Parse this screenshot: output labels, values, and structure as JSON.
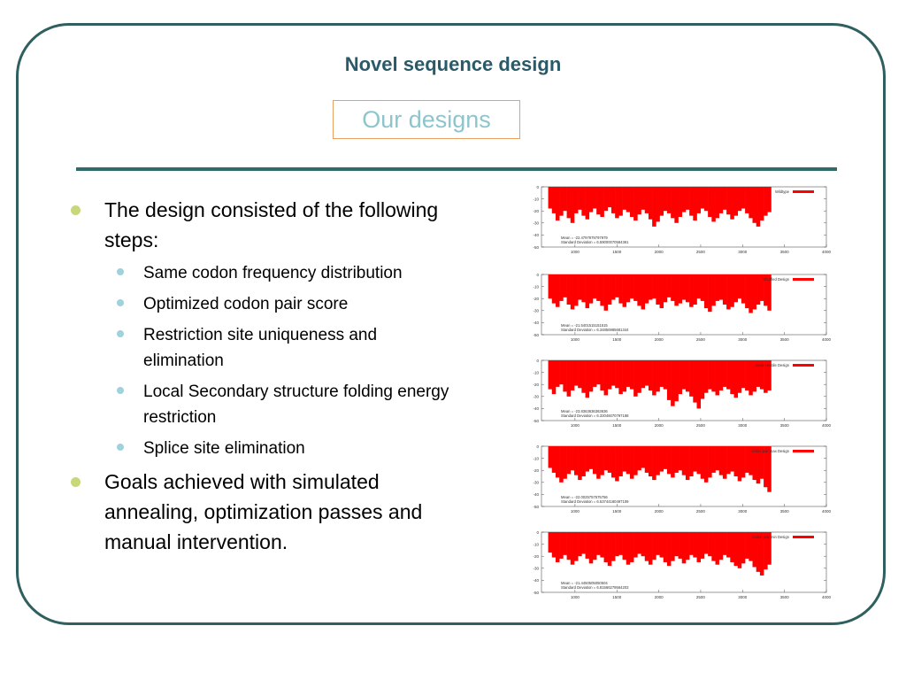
{
  "slide": {
    "title": "Novel sequence design",
    "designs_label": "Our designs",
    "bullets": [
      {
        "text": "The design consisted of the following steps:",
        "sub": [
          "Same codon frequency distribution",
          "Optimized codon pair score",
          "Restriction site uniqueness and elimination",
          "Local Secondary structure folding energy restriction",
          "Splice site elimination"
        ]
      },
      {
        "text": "Goals achieved with simulated annealing, optimization passes and manual intervention.",
        "sub": []
      }
    ]
  },
  "colors": {
    "frame": "#2f5f5f",
    "title": "#2a5a6a",
    "accent_bar": "#ff0000",
    "bullet_l1": "#c8d77a",
    "bullet_l2": "#9fd2dc"
  },
  "chart_data": [
    {
      "type": "bar",
      "legend": "Wildtype",
      "mean_label": "Mean = -22.4797979797979",
      "sd_label": "Standard Deviation = 6.59000070584361",
      "xlim": [
        600,
        4000
      ],
      "ylim": [
        -50,
        0
      ],
      "xticks": [
        "1000",
        "1500",
        "2000",
        "2500",
        "3000",
        "3500",
        "4000"
      ],
      "yticks": [
        "0",
        "-10",
        "-20",
        "-30",
        "-40",
        "-50"
      ],
      "x_start": 680,
      "x_end": 3340,
      "values": [
        -18,
        -22,
        -28,
        -24,
        -20,
        -26,
        -30,
        -22,
        -19,
        -24,
        -27,
        -21,
        -18,
        -23,
        -25,
        -20,
        -17,
        -22,
        -26,
        -24,
        -19,
        -21,
        -25,
        -28,
        -23,
        -19,
        -22,
        -27,
        -33,
        -29,
        -24,
        -20,
        -22,
        -26,
        -30,
        -25,
        -21,
        -19,
        -24,
        -28,
        -22,
        -18,
        -20,
        -25,
        -29,
        -26,
        -22,
        -19,
        -23,
        -27,
        -24,
        -20,
        -18,
        -22,
        -26,
        -30,
        -33,
        -28,
        -24,
        -21
      ]
    },
    {
      "type": "bar",
      "legend": "Shuffled Design",
      "mean_label": "Mean = -21.5401515151515",
      "sd_label": "Standard Deviation = 6.34856985681344",
      "xlim": [
        600,
        4000
      ],
      "ylim": [
        -50,
        0
      ],
      "xticks": [
        "1000",
        "1500",
        "2000",
        "2500",
        "3000",
        "3500",
        "4000"
      ],
      "yticks": [
        "0",
        "-10",
        "-20",
        "-30",
        "-40",
        "-50"
      ],
      "x_start": 680,
      "x_end": 3340,
      "values": [
        -20,
        -24,
        -27,
        -22,
        -19,
        -25,
        -29,
        -26,
        -21,
        -23,
        -28,
        -24,
        -20,
        -22,
        -26,
        -30,
        -25,
        -21,
        -19,
        -24,
        -27,
        -23,
        -20,
        -22,
        -26,
        -29,
        -24,
        -21,
        -20,
        -25,
        -28,
        -23,
        -19,
        -22,
        -26,
        -24,
        -21,
        -23,
        -27,
        -25,
        -20,
        -22,
        -28,
        -31,
        -26,
        -22,
        -21,
        -25,
        -29,
        -27,
        -23,
        -20,
        -24,
        -28,
        -32,
        -29,
        -25,
        -22,
        -26,
        -30
      ]
    },
    {
      "type": "bar",
      "legend": "Brain Hostile Design",
      "mean_label": "Mean = -23.8363636363636",
      "sd_label": "Standard Deviation = 6.32046070797188",
      "xlim": [
        600,
        4000
      ],
      "ylim": [
        -50,
        0
      ],
      "xticks": [
        "1000",
        "1500",
        "2000",
        "2500",
        "3000",
        "3500",
        "4000"
      ],
      "yticks": [
        "0",
        "-10",
        "-20",
        "-30",
        "-40",
        "-50"
      ],
      "x_start": 680,
      "x_end": 3340,
      "values": [
        -24,
        -28,
        -22,
        -20,
        -26,
        -30,
        -25,
        -21,
        -23,
        -27,
        -31,
        -26,
        -22,
        -20,
        -25,
        -29,
        -24,
        -21,
        -23,
        -28,
        -26,
        -22,
        -24,
        -30,
        -27,
        -23,
        -21,
        -25,
        -29,
        -26,
        -22,
        -24,
        -33,
        -38,
        -34,
        -28,
        -24,
        -26,
        -30,
        -35,
        -40,
        -32,
        -27,
        -24,
        -26,
        -29,
        -25,
        -22,
        -24,
        -28,
        -31,
        -27,
        -23,
        -25,
        -29,
        -26,
        -22,
        -24,
        -27,
        -25
      ]
    },
    {
      "type": "bar",
      "legend": "codon pair max Design",
      "mean_label": "Mean = -22.0025757575756",
      "sd_label": "Standard Deviation = 6.53744180497109",
      "xlim": [
        600,
        4000
      ],
      "ylim": [
        -50,
        0
      ],
      "xticks": [
        "1000",
        "1500",
        "2000",
        "2500",
        "3000",
        "3500",
        "4000"
      ],
      "yticks": [
        "0",
        "-10",
        "-20",
        "-30",
        "-40",
        "-50"
      ],
      "x_start": 680,
      "x_end": 3340,
      "values": [
        -18,
        -22,
        -26,
        -30,
        -27,
        -23,
        -20,
        -24,
        -28,
        -25,
        -21,
        -19,
        -23,
        -27,
        -24,
        -20,
        -22,
        -26,
        -29,
        -25,
        -21,
        -23,
        -27,
        -24,
        -20,
        -18,
        -22,
        -25,
        -28,
        -24,
        -21,
        -19,
        -23,
        -26,
        -22,
        -20,
        -24,
        -28,
        -25,
        -21,
        -23,
        -27,
        -30,
        -26,
        -22,
        -20,
        -24,
        -27,
        -23,
        -21,
        -25,
        -29,
        -26,
        -22,
        -24,
        -28,
        -31,
        -27,
        -34,
        -38
      ]
    },
    {
      "type": "bar",
      "legend": "codon pair min Design",
      "mean_label": "Mean = -21.4450505050504",
      "sd_label": "Standard Deviation = 6.81566279564203",
      "xlim": [
        600,
        4000
      ],
      "ylim": [
        -50,
        0
      ],
      "xticks": [
        "1000",
        "1500",
        "2000",
        "2500",
        "3000",
        "3500",
        "4000"
      ],
      "yticks": [
        "0",
        "-10",
        "-20",
        "-30",
        "-40",
        "-50"
      ],
      "x_start": 680,
      "x_end": 3340,
      "values": [
        -17,
        -21,
        -25,
        -22,
        -19,
        -23,
        -27,
        -24,
        -20,
        -18,
        -22,
        -26,
        -23,
        -19,
        -21,
        -25,
        -28,
        -24,
        -20,
        -19,
        -23,
        -27,
        -25,
        -21,
        -18,
        -20,
        -24,
        -27,
        -23,
        -19,
        -21,
        -25,
        -28,
        -24,
        -20,
        -22,
        -26,
        -23,
        -19,
        -21,
        -25,
        -22,
        -18,
        -20,
        -24,
        -27,
        -23,
        -19,
        -21,
        -25,
        -28,
        -30,
        -26,
        -22,
        -24,
        -29,
        -33,
        -36,
        -31,
        -27
      ]
    }
  ]
}
